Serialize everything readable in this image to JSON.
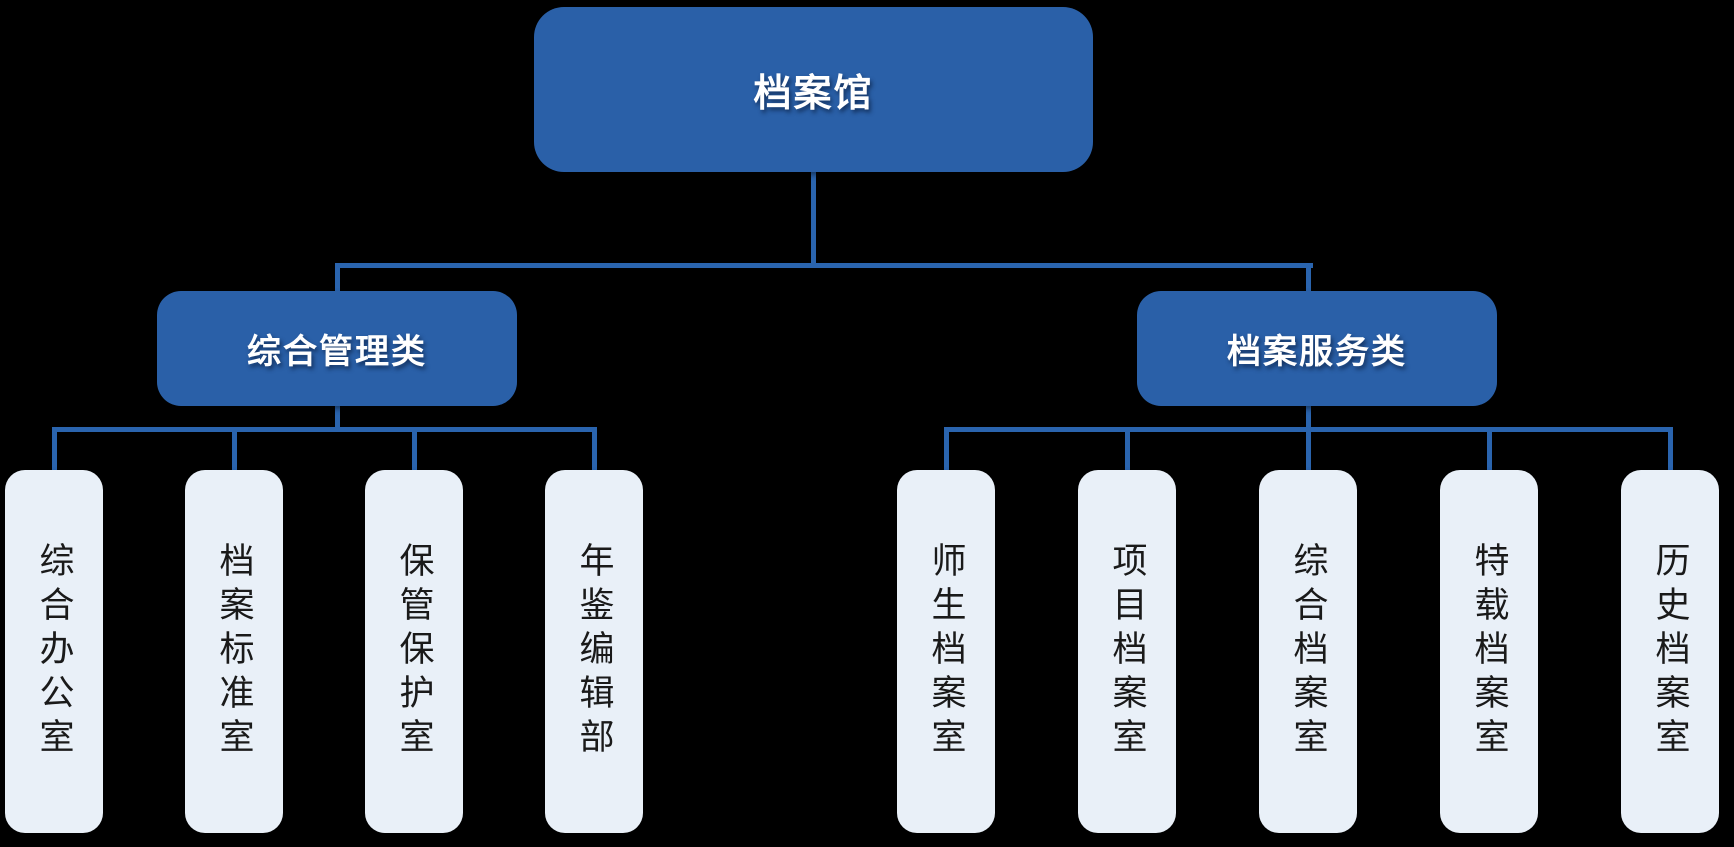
{
  "colors": {
    "background": "#000000",
    "node-fill": "#2A60A8",
    "node-text": "#FFFFFF",
    "connector": "#2A64AE",
    "leaf-fill": "#E9F0F8",
    "leaf-text": "#1A1A1A"
  },
  "org": {
    "root": {
      "label": "档案馆"
    },
    "branches": [
      {
        "label": "综合管理类",
        "children": [
          "综合办公室",
          "档案标准室",
          "保管保护室",
          "年鉴编辑部"
        ]
      },
      {
        "label": "档案服务类",
        "children": [
          "师生档案室",
          "项目档案室",
          "综合档案室",
          "特载档案室",
          "历史档案室"
        ]
      }
    ]
  }
}
